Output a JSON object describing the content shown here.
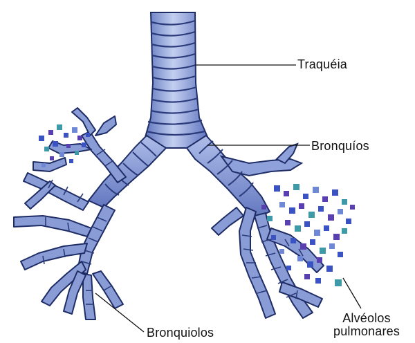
{
  "labels": {
    "traqueia": "Traquéia",
    "bronquios": "Bronquíos",
    "bronquiolos": "Bronquiolos",
    "alveolos_line1": "Alvéolos",
    "alveolos_line2": "pulmonares"
  },
  "colors": {
    "tissue_fill": "#7f93cf",
    "tissue_light": "#b9c6ec",
    "tissue_outline": "#1f2d66",
    "alveoli_blue": "#3b52c2",
    "alveoli_purple": "#5a3fb0",
    "alveoli_teal": "#3f9aa8",
    "leader_line": "#111111"
  }
}
